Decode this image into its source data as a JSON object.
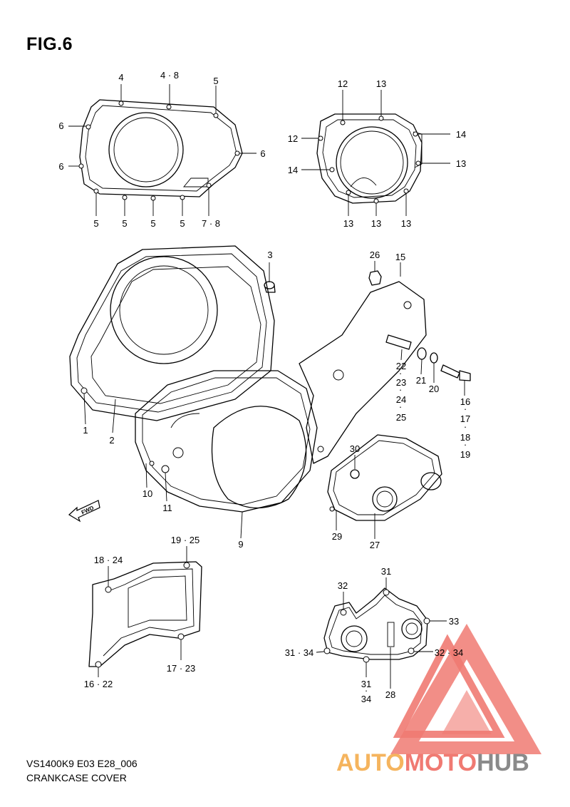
{
  "header": {
    "title": "FIG.6"
  },
  "footer": {
    "model_code": "VS1400K9 E03 E28_006",
    "section": "CRANKCASE COVER"
  },
  "fwd_marker": "FWD",
  "watermark": {
    "brand_part1": "AUTO",
    "brand_part2": "MOTO",
    "brand_part3": "HUB",
    "colors": {
      "red": "#f07a72",
      "orange": "#f5b45e",
      "gray": "#8a8a8a"
    }
  },
  "callouts": {
    "c_4a": "4",
    "c_48": "4 · 8",
    "c_5a": "5",
    "c_6a": "6",
    "c_6b": "6",
    "c_6c": "6",
    "c_5b": "5",
    "c_5c": "5",
    "c_5d": "5",
    "c_5e": "5",
    "c_78": "7 · 8",
    "c_12a": "12",
    "c_13a": "13",
    "c_12b": "12",
    "c_14a": "14",
    "c_14b": "14",
    "c_13b": "13",
    "c_13c": "13",
    "c_13d": "13",
    "c_13e": "13",
    "c_3": "3",
    "c_26": "26",
    "c_15": "15",
    "c_22": "22",
    "c_23": "23",
    "c_24": "24",
    "c_25": "25",
    "c_21": "21",
    "c_20": "20",
    "c_16": "16",
    "c_17": "17",
    "c_18": "18",
    "c_19": "19",
    "c_1": "1",
    "c_2": "2",
    "c_10": "10",
    "c_11": "11",
    "c_9": "9",
    "c_30": "30",
    "c_29": "29",
    "c_27": "27",
    "c_1925": "19 · 25",
    "c_1824": "18 · 24",
    "c_1723": "17 · 23",
    "c_1622": "16 · 22",
    "c_31a": "31",
    "c_32": "32",
    "c_33": "33",
    "c_3134a": "31 · 34",
    "c_3234": "32 · 34",
    "c_31b": "31",
    "c_34": "34",
    "c_28": "28"
  }
}
